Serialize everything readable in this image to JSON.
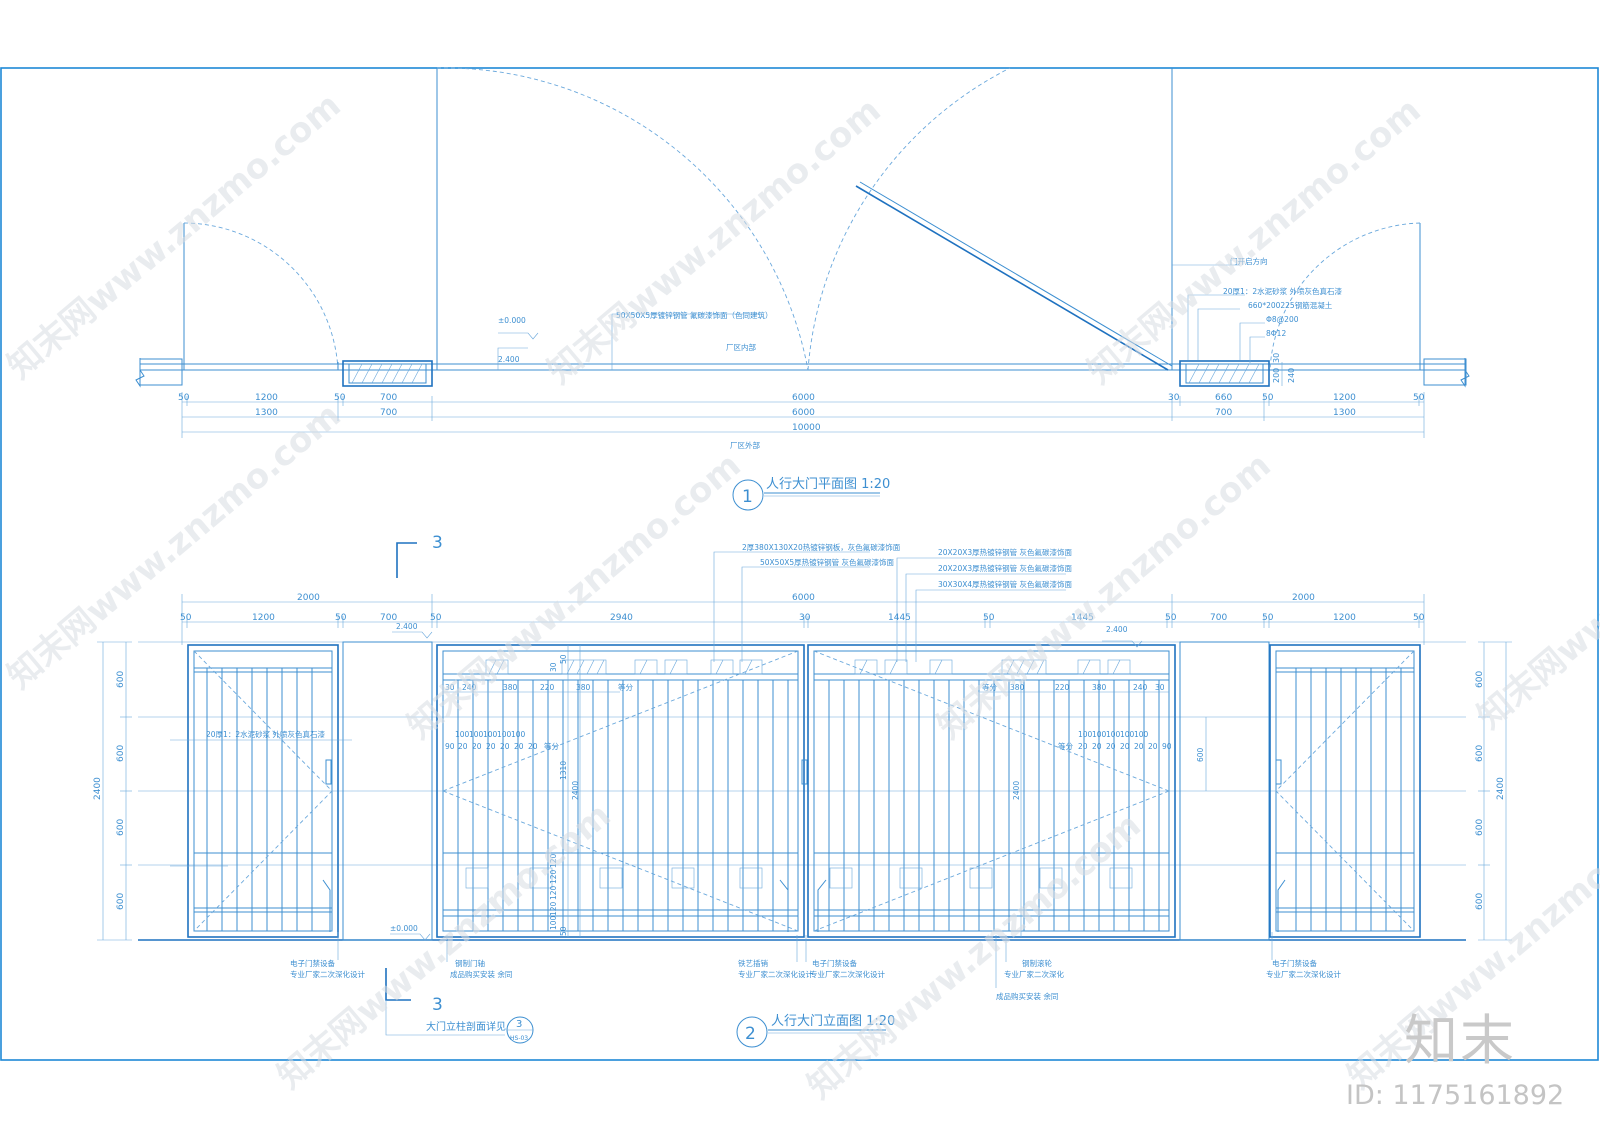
{
  "plan": {
    "title": "人行大门平面图 1:20",
    "number": "1",
    "notes": {
      "level_a": "±0.000",
      "level_b": "2.400",
      "pipe": "50X50X5厚镀锌钢管 氟碳漆饰面（色同建筑）",
      "inside": "厂区内部",
      "outside": "厂区外部",
      "open_dir": "门开启方向",
      "plaster": "20厚1：2水泥砂浆 外喷灰色真石漆",
      "concrete": "660*200225钢筋混凝土",
      "stirrup": "Φ8@200",
      "rebar": "8Φ12"
    },
    "dims_row1": [
      "50",
      "1200",
      "50",
      "700",
      "6000",
      "30",
      "660",
      "50",
      "1200",
      "50"
    ],
    "dims_row2": [
      "1300",
      "700",
      "6000",
      "700",
      "1300"
    ],
    "dims_total": "10000",
    "dims_vert": [
      "30",
      "200",
      "30",
      "240"
    ]
  },
  "elevation": {
    "title": "人行大门立面图 1:20",
    "number": "2",
    "section_mark": "3",
    "section_title": "大门立柱剖面详见",
    "section_ref_num": "3",
    "section_ref_sheet": "HS-03",
    "notes": {
      "n1": "2厚380X130X20热镀锌钢板，灰色氟碳漆饰面",
      "n2": "50X50X5厚热镀锌钢管 灰色氟碳漆饰面",
      "n3": "20X20X3厚热镀锌钢管  灰色氟碳漆饰面",
      "n4": "20X20X3厚热镀锌钢管  灰色氟碳漆饰面",
      "n5": "30X30X4厚热镀锌钢管  灰色氟碳漆饰面",
      "plaster": "20厚1：2水泥砂浆 外喷灰色真石漆",
      "level_top": "2.400",
      "level_top2": "2.400",
      "level_base": "±0.000",
      "gate_left_a": "电子门禁设备",
      "gate_left_b": "专业厂家二次深化设计",
      "hinge_a": "钢制门轴",
      "hinge_b": "成品购买安装  余同",
      "lock_a": "铁艺插销",
      "lock_b": "专业厂家二次深化设计",
      "mid_a": "电子门禁设备",
      "mid_b": "专业厂家二次深化设计",
      "wheel_a": "钢制滚轮",
      "wheel_b": "专业厂家二次深化",
      "wheel_c": "成品购买安装  余同",
      "gate_right_a": "电子门禁设备",
      "gate_right_b": "专业厂家二次深化设计",
      "equal": "等分",
      "equal2": "等分",
      "equal3": "等分",
      "equal4": "等分"
    },
    "top_dims_row1": [
      "2000",
      "6000",
      "2000"
    ],
    "top_dims_row2": [
      "50",
      "1200",
      "50",
      "700",
      "50",
      "2940",
      "30",
      "1445",
      "50",
      "1445",
      "50",
      "700",
      "50",
      "1200",
      "50"
    ],
    "left_vert": [
      "600",
      "600",
      "600",
      "600"
    ],
    "left_total": "2400",
    "right_vert": [
      "600",
      "600",
      "600",
      "600"
    ],
    "right_total": "2400",
    "panel_dims": [
      "30",
      "240",
      "380",
      "220",
      "380"
    ],
    "panel_dims_r": [
      "380",
      "220",
      "380",
      "240",
      "30"
    ],
    "bar_dims": [
      "100",
      "100",
      "100",
      "100",
      "100"
    ],
    "bar_sub": [
      "90",
      "20",
      "20",
      "20",
      "20",
      "20",
      "20"
    ],
    "bar_dims_r": [
      "100",
      "100",
      "100",
      "100",
      "100"
    ],
    "bar_sub_r": [
      "20",
      "20",
      "20",
      "20",
      "20",
      "20",
      "90"
    ],
    "inner_vert": [
      "50",
      "30",
      "1310",
      "120",
      "120",
      "120",
      "120",
      "100",
      "50"
    ],
    "inner_2400": "2400",
    "inner_2400_r": "2400",
    "inner_600_r": "600"
  },
  "watermarks": [
    "知末网www.znzmo.com"
  ],
  "brand": "知末",
  "id_label": "ID: 1175161892"
}
